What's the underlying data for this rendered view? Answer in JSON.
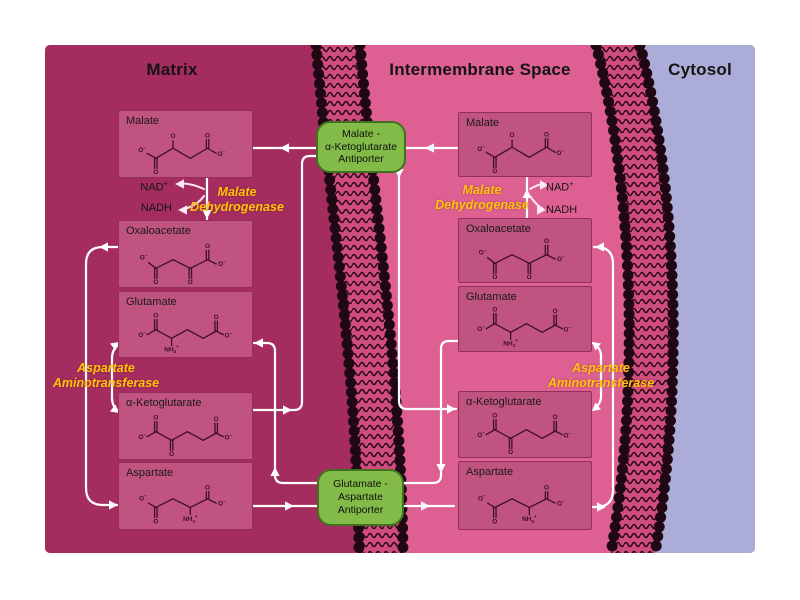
{
  "regions": {
    "matrix": {
      "label": "Matrix"
    },
    "intermembrane": {
      "label": "Intermembrane Space"
    },
    "cytosol": {
      "label": "Cytosol"
    }
  },
  "antiporters": {
    "top": {
      "line1": "Malate -",
      "line2": "α-Ketoglutarate",
      "line3": "Antiporter"
    },
    "bottom": {
      "line1": "Glutamate -",
      "line2": "Aspartate",
      "line3": "Antiporter"
    }
  },
  "enzymes": {
    "mdh_matrix": {
      "line1": "Malate",
      "line2": "Dehydrogenase"
    },
    "mdh_ims": {
      "line1": "Malate",
      "line2": "Dehydrogenase"
    },
    "ast_matrix": {
      "line1": "Aspartate",
      "line2": "Aminotransferase"
    },
    "ast_ims": {
      "line1": "Aspartate",
      "line2": "Aminotransferase"
    }
  },
  "cofactors": {
    "nad_base": "NAD",
    "nad_sup": "+",
    "nadh_label": "NADH"
  },
  "molecules": {
    "matrix": [
      {
        "name": "Malate",
        "structure": "malate"
      },
      {
        "name": "Oxaloacetate",
        "structure": "oxaloacetate"
      },
      {
        "name": "Glutamate",
        "structure": "glutamate"
      },
      {
        "name": "α-Ketoglutarate",
        "structure": "akg"
      },
      {
        "name": "Aspartate",
        "structure": "aspartate"
      }
    ],
    "intermembrane": [
      {
        "name": "Malate",
        "structure": "malate"
      },
      {
        "name": "Oxaloacetate",
        "structure": "oxaloacetate"
      },
      {
        "name": "Glutamate",
        "structure": "glutamate"
      },
      {
        "name": "α-Ketoglutarate",
        "structure": "akg"
      },
      {
        "name": "Aspartate",
        "structure": "aspartate"
      }
    ]
  },
  "atoms": {
    "oxygen": "O",
    "minus": "−",
    "nitrogen_h": "NH",
    "subscript_three": "3",
    "plus": "+"
  },
  "colors": {
    "page_bg": "#ffffff",
    "matrix_bg": "#a52c5e",
    "intermembrane_bg": "#de6093",
    "cytosol_bg": "#abacd8",
    "membrane_band": "#cf4d7e",
    "membrane_bead": "#200714",
    "membrane_tail": "#2b0917",
    "box_fill": "#c0537f",
    "box_border": "#93305a",
    "antiporter_fill": "#82bb47",
    "antiporter_border": "#41711f",
    "enzyme_text": "#ffc20e",
    "arrow": "#ffffff",
    "nad_arrow": "#fbe7f0",
    "structure": "#3f0e27",
    "heading_text": "#141414",
    "label_text": "#1a1a1a"
  }
}
